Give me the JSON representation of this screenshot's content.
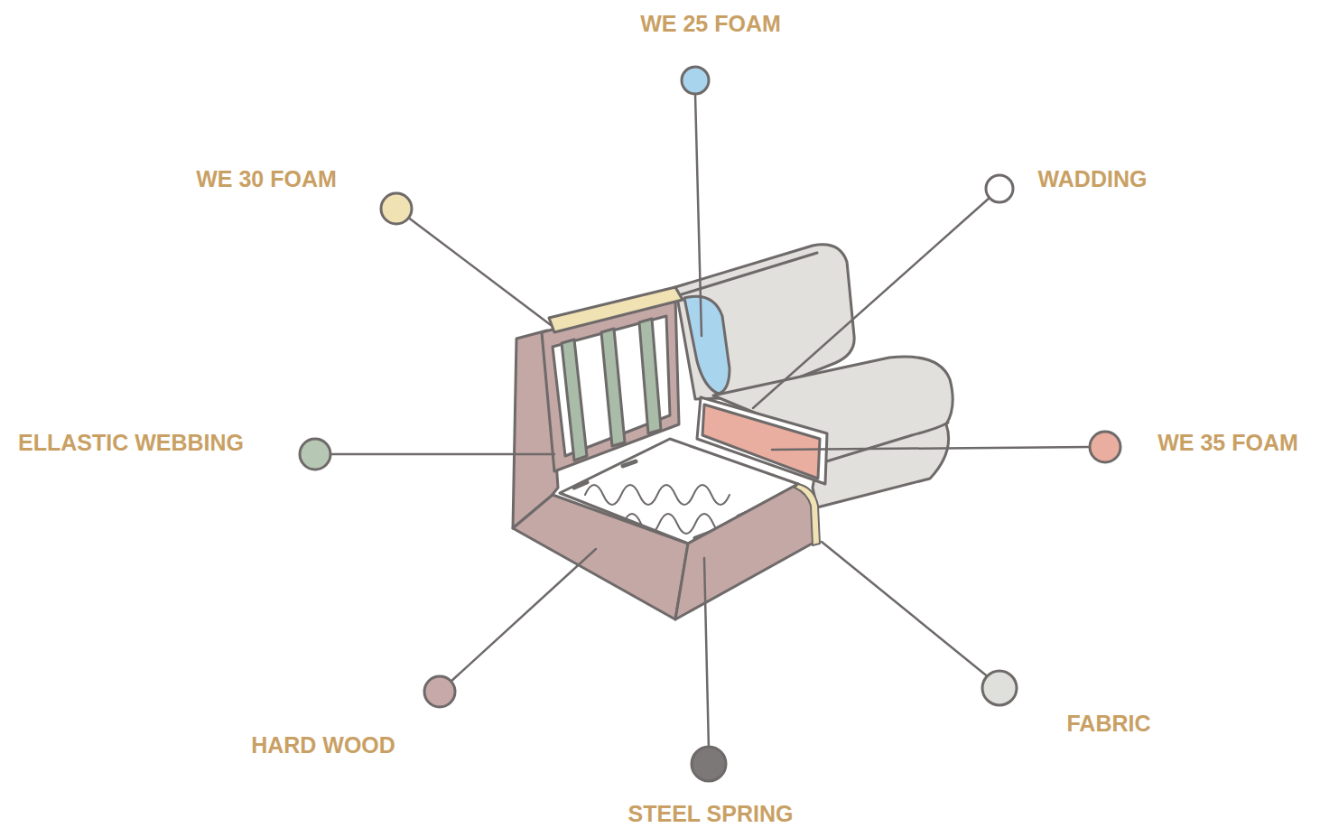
{
  "diagram": {
    "labels": [
      "WE 25 FOAM",
      "WE 30 FOAM",
      "WADDING",
      "ELLASTIC WEBBING",
      "WE 35 FOAM",
      "HARD WOOD",
      "FABRIC",
      "STEEL SPRING"
    ]
  }
}
